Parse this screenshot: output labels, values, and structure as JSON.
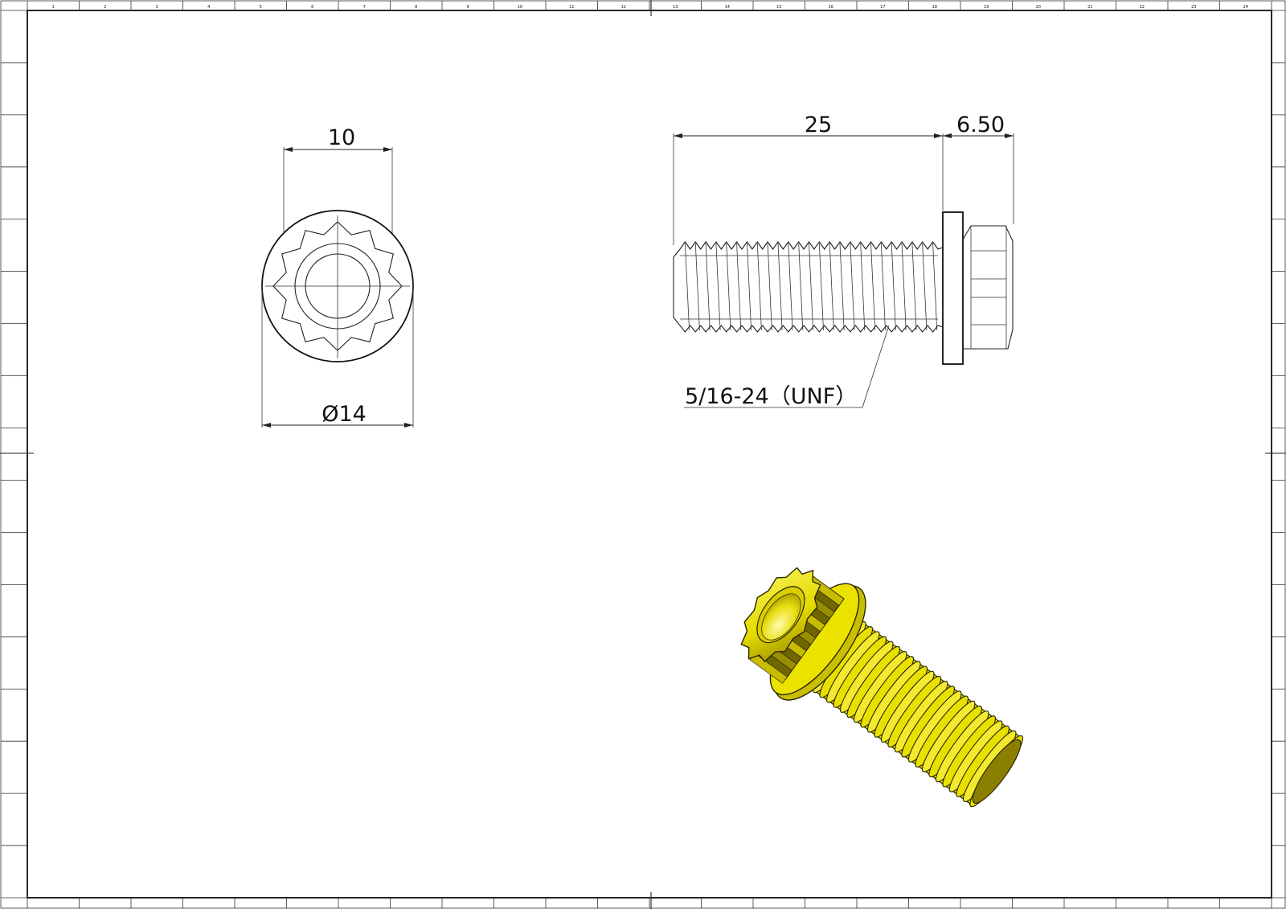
{
  "drawing": {
    "front_view": {
      "width_dimension": "10",
      "diameter_dimension": "Ø14"
    },
    "side_view": {
      "length_dimension": "25",
      "head_dimension": "6.50",
      "thread_callout": "5/16-24（UNF）"
    },
    "iso_view": {
      "part_color": "#e8e000",
      "shadow_color": "#8a7f00"
    },
    "frame": {
      "column_zone_labels": [
        "1",
        "2",
        "3",
        "4",
        "5",
        "6",
        "7",
        "8",
        "9",
        "10",
        "11",
        "12",
        "13",
        "14",
        "15",
        "16",
        "17",
        "18",
        "19",
        "20",
        "21",
        "22",
        "23",
        "24"
      ]
    }
  }
}
